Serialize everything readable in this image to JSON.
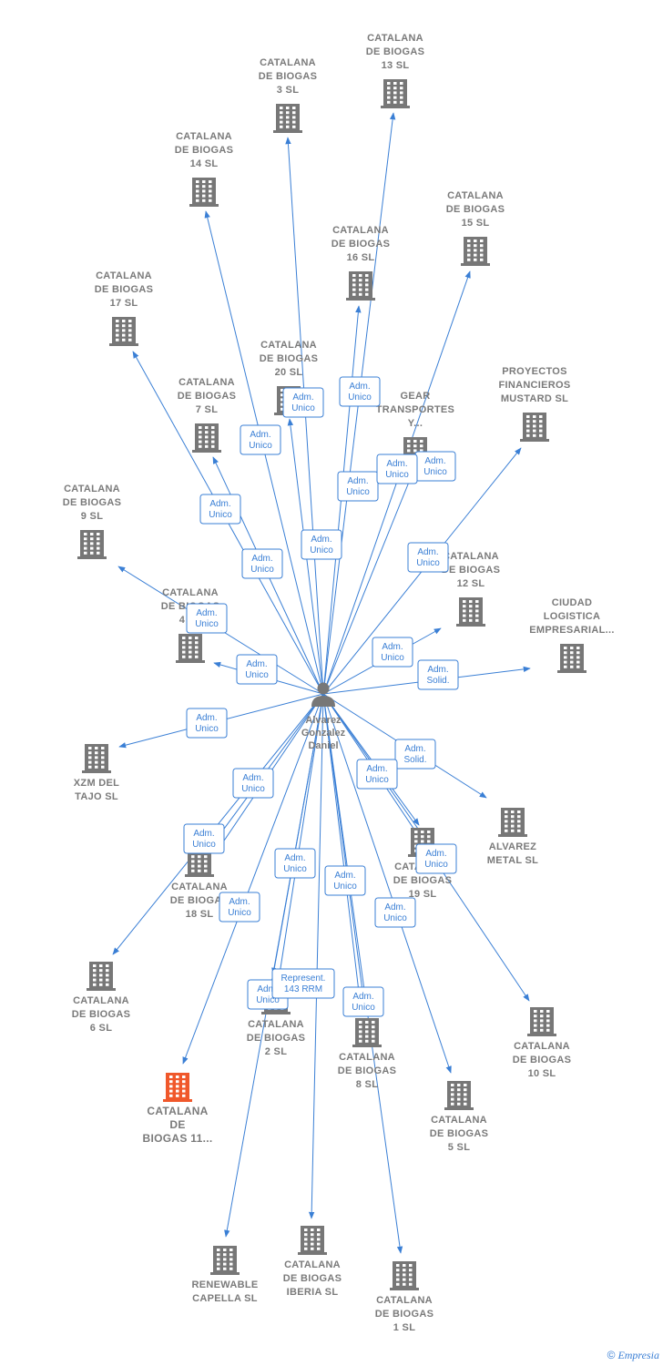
{
  "center": {
    "id": "person",
    "label": [
      "Alvarez",
      "Gonzalez",
      "Daniel"
    ]
  },
  "colors": {
    "edge": "#3a7fd5",
    "building": "#777777",
    "highlight": "#f0582b",
    "label": "#7a7a7a"
  },
  "nodes": [
    {
      "id": "cb13",
      "label": [
        "CATALANA",
        "DE BIOGAS",
        "13  SL"
      ]
    },
    {
      "id": "cb3",
      "label": [
        "CATALANA",
        "DE BIOGAS",
        "3  SL"
      ]
    },
    {
      "id": "cb14",
      "label": [
        "CATALANA",
        "DE BIOGAS",
        "14  SL"
      ]
    },
    {
      "id": "cb15",
      "label": [
        "CATALANA",
        "DE BIOGAS",
        "15  SL"
      ]
    },
    {
      "id": "cb16",
      "label": [
        "CATALANA",
        "DE BIOGAS",
        "16  SL"
      ]
    },
    {
      "id": "cb17",
      "label": [
        "CATALANA",
        "DE BIOGAS",
        "17  SL"
      ]
    },
    {
      "id": "cb20",
      "label": [
        "CATALANA",
        "DE BIOGAS",
        "20  SL"
      ]
    },
    {
      "id": "cb7",
      "label": [
        "CATALANA",
        "DE BIOGAS",
        "7  SL"
      ]
    },
    {
      "id": "gear",
      "label": [
        "GEAR",
        "TRANSPORTES",
        "Y..."
      ]
    },
    {
      "id": "pfm",
      "label": [
        "PROYECTOS",
        "FINANCIEROS",
        "MUSTARD  SL"
      ]
    },
    {
      "id": "cb9",
      "label": [
        "CATALANA",
        "DE BIOGAS",
        "9  SL"
      ]
    },
    {
      "id": "cb12",
      "label": [
        "CATALANA",
        "DE BIOGAS",
        "12  SL"
      ]
    },
    {
      "id": "cb4",
      "label": [
        "CATALANA",
        "DE BIOGAS",
        "4  SL"
      ]
    },
    {
      "id": "clog",
      "label": [
        "CIUDAD",
        "LOGISTICA",
        "EMPRESARIAL..."
      ]
    },
    {
      "id": "xzm",
      "label": [
        "XZM DEL",
        "TAJO SL"
      ]
    },
    {
      "id": "ametal",
      "label": [
        "ALVAREZ",
        "METAL  SL"
      ]
    },
    {
      "id": "cb18",
      "label": [
        "CATALANA",
        "DE BIOGAS",
        "18  SL"
      ]
    },
    {
      "id": "cb19",
      "label": [
        "CATALANA",
        "DE BIOGAS",
        "19  SL"
      ]
    },
    {
      "id": "cb6",
      "label": [
        "CATALANA",
        "DE BIOGAS",
        "6  SL"
      ]
    },
    {
      "id": "cb2",
      "label": [
        "CATALANA",
        "DE BIOGAS",
        "2  SL"
      ]
    },
    {
      "id": "cb8",
      "label": [
        "CATALANA",
        "DE BIOGAS",
        "8  SL"
      ]
    },
    {
      "id": "cb10",
      "label": [
        "CATALANA",
        "DE BIOGAS",
        "10  SL"
      ]
    },
    {
      "id": "cb11",
      "label": [
        "CATALANA",
        "DE",
        "BIOGAS 11..."
      ],
      "highlight": true
    },
    {
      "id": "cb5",
      "label": [
        "CATALANA",
        "DE BIOGAS",
        "5  SL"
      ]
    },
    {
      "id": "renew",
      "label": [
        "RENEWABLE",
        "CAPELLA  SL"
      ]
    },
    {
      "id": "iberia",
      "label": [
        "CATALANA",
        "DE BIOGAS",
        "IBERIA  SL"
      ]
    },
    {
      "id": "cb1",
      "label": [
        "CATALANA",
        "DE BIOGAS",
        "1  SL"
      ]
    }
  ],
  "edges": [
    {
      "target": "cb13",
      "label": [
        "Adm.",
        "Unico"
      ]
    },
    {
      "target": "cb3",
      "label": [
        "Adm.",
        "Unico"
      ]
    },
    {
      "target": "cb14",
      "label": [
        "Adm.",
        "Unico"
      ]
    },
    {
      "target": "cb15",
      "label": [
        "Adm.",
        "Unico"
      ]
    },
    {
      "target": "cb16",
      "label": [
        "Adm.",
        "Unico"
      ]
    },
    {
      "target": "cb17",
      "label": [
        "Adm.",
        "Unico"
      ]
    },
    {
      "target": "cb20",
      "label": [
        "Adm.",
        "Unico"
      ]
    },
    {
      "target": "cb7",
      "label": [
        "Adm.",
        "Unico"
      ]
    },
    {
      "target": "gear",
      "label": [
        "Adm.",
        "Unico"
      ]
    },
    {
      "target": "pfm",
      "label": [
        "Adm.",
        "Unico"
      ]
    },
    {
      "target": "cb9",
      "label": [
        "Adm.",
        "Unico"
      ]
    },
    {
      "target": "cb12",
      "label": [
        "Adm.",
        "Unico"
      ]
    },
    {
      "target": "cb4",
      "label": [
        "Adm.",
        "Unico"
      ]
    },
    {
      "target": "clog",
      "label": [
        "Adm.",
        "Solid."
      ]
    },
    {
      "target": "xzm",
      "label": [
        "Adm.",
        "Unico"
      ]
    },
    {
      "target": "ametal",
      "label": [
        "Adm.",
        "Solid."
      ]
    },
    {
      "target": "cb18",
      "label": [
        "Adm.",
        "Unico"
      ]
    },
    {
      "target": "cb19",
      "label": [
        "Adm.",
        "Unico"
      ]
    },
    {
      "target": "cb6",
      "label": [
        "Adm.",
        "Unico"
      ]
    },
    {
      "target": "cb2",
      "label": [
        "Adm.",
        "Unico"
      ]
    },
    {
      "target": "cb8",
      "label": [
        "Adm.",
        "Unico"
      ]
    },
    {
      "target": "cb10",
      "label": [
        "Adm.",
        "Unico"
      ]
    },
    {
      "target": "cb11",
      "label": [
        "Adm.",
        "Unico"
      ]
    },
    {
      "target": "cb5",
      "label": [
        "Adm.",
        "Unico"
      ]
    },
    {
      "target": "renew",
      "label": [
        "Adm.",
        "Unico"
      ]
    },
    {
      "target": "iberia",
      "label": [
        "Represent.",
        "143 RRM"
      ]
    },
    {
      "target": "cb1",
      "label": [
        "Adm.",
        "Unico"
      ]
    },
    {
      "target": "cb11",
      "label": [
        "Adm.",
        "Unico"
      ]
    },
    {
      "target": "cb2",
      "label": [
        "Adm.",
        "Unico"
      ]
    },
    {
      "target": "cb8",
      "label": [
        "Adm.",
        "Unico"
      ]
    },
    {
      "target": "cb19",
      "label": [
        "Adm.",
        "Unico"
      ]
    }
  ],
  "footer": {
    "copyright": "©",
    "brand": "Empresia"
  }
}
